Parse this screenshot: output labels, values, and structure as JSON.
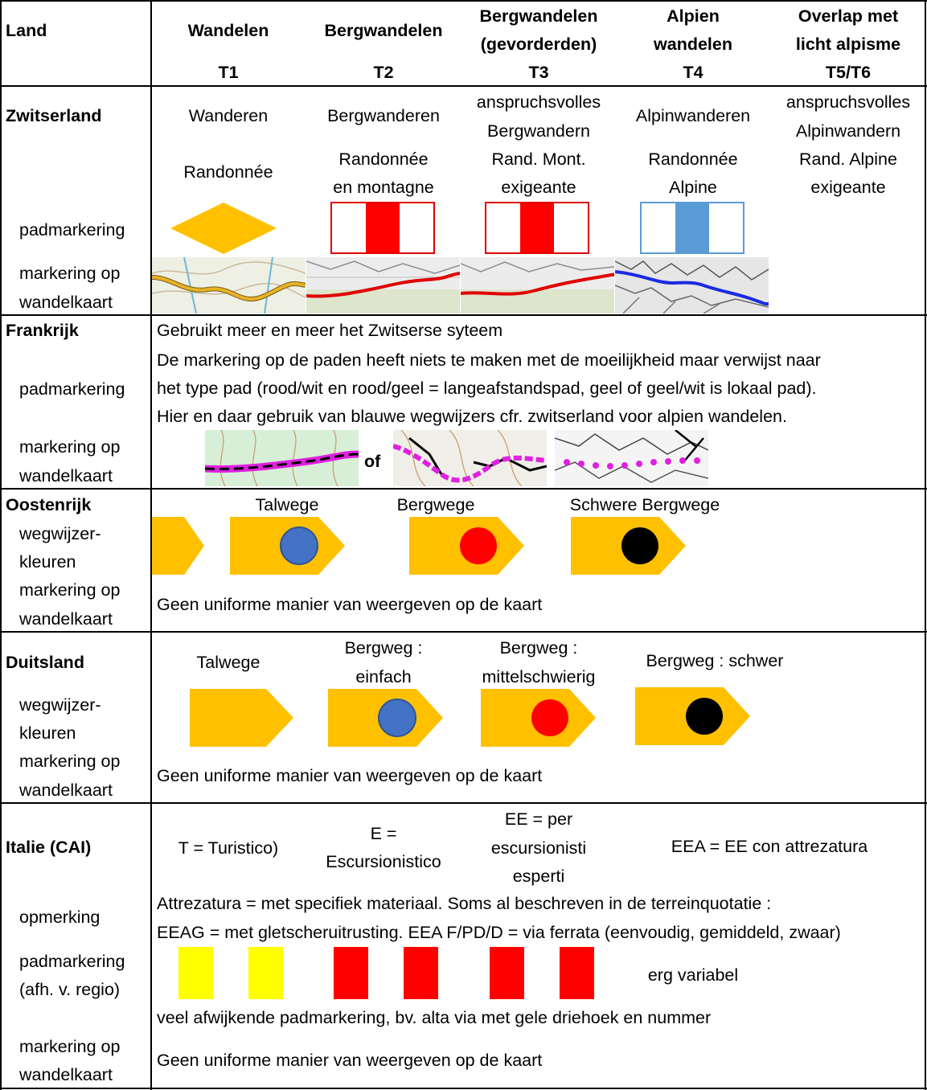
{
  "header": {
    "land": "Land",
    "cols": [
      {
        "lines": [
          "Wandelen",
          "",
          "T1"
        ]
      },
      {
        "lines": [
          "Bergwandelen",
          "",
          "T2"
        ]
      },
      {
        "lines": [
          "Bergwandelen",
          "(gevorderden)",
          "T3"
        ]
      },
      {
        "lines": [
          "Alpien",
          "wandelen",
          "T4"
        ]
      },
      {
        "lines": [
          "Overlap met",
          "licht alpisme",
          "T5/T6"
        ]
      }
    ]
  },
  "zwitserland": {
    "country": "Zwitserland",
    "label_padmarkering": "padmarkering",
    "label_kaart": [
      "markering op",
      "wandelkaart"
    ],
    "t1": [
      "Wanderen",
      "Randonnée"
    ],
    "t2": [
      "Bergwanderen",
      "Randonnée",
      "en montagne"
    ],
    "t3": [
      "anspruchsvolles",
      "Bergwandern",
      "Rand. Mont.",
      "exigeante"
    ],
    "t4": [
      "Alpinwanderen",
      "Randonnée",
      "Alpine"
    ],
    "t5": [
      "anspruchsvolles",
      "Alpinwandern",
      "Rand. Alpine",
      "exigeante"
    ],
    "colors": {
      "yellow": "#ffc000",
      "red": "#ff0000",
      "blue": "#5b9bd5"
    }
  },
  "frankrijk": {
    "country": "Frankrijk",
    "label_padmarkering": "padmarkering",
    "label_kaart": [
      "markering op",
      "wandelkaart"
    ],
    "lines": [
      "Gebruikt meer en meer het Zwitserse syteem",
      "De markering op de paden heeft niets te maken met de moeilijkheid maar verwijst naar",
      "het type pad (rood/wit en rood/geel = langeafstandspad, geel of geel/wit is lokaal pad).",
      "Hier en daar gebruik van blauwe wegwijzers cfr. zwitserland voor alpien wandelen."
    ],
    "of": "of",
    "colors": {
      "magenta": "#e020e0"
    }
  },
  "oostenrijk": {
    "country": "Oostenrijk",
    "label_wegwijzer": [
      "wegwijzer-",
      "kleuren"
    ],
    "label_kaart": [
      "markering op",
      "wandelkaart"
    ],
    "signs": [
      "Talwege",
      "Bergwege",
      "Schwere Bergwege"
    ],
    "note": "Geen uniforme manier van weergeven op de kaart",
    "colors": {
      "sign": "#ffc000",
      "blue": "#4472c4",
      "red": "#ff0000",
      "black": "#000000"
    }
  },
  "duitsland": {
    "country": "Duitsland",
    "label_wegwijzer": [
      "wegwijzer-",
      "kleuren"
    ],
    "label_kaart": [
      "markering op",
      "wandelkaart"
    ],
    "s1": [
      "Talwege"
    ],
    "s2": [
      "Bergweg :",
      "einfach"
    ],
    "s3": [
      "Bergweg :",
      "mittelschwierig"
    ],
    "s4": [
      "Bergweg : schwer"
    ],
    "note": "Geen uniforme manier van weergeven op de kaart"
  },
  "italie": {
    "country": "Italie (CAI)",
    "label_opmerking": "opmerking",
    "label_padmarkering": [
      "padmarkering",
      "(afh. v. regio)"
    ],
    "label_kaart": [
      "markering op",
      "wandelkaart"
    ],
    "t": [
      "T = Turistico)"
    ],
    "e": [
      "E =",
      "Escursionistico"
    ],
    "ee": [
      "EE = per",
      "escursionisti",
      "esperti"
    ],
    "eea": [
      "EEA = EE con attrezatura"
    ],
    "remark": [
      "Attrezatura = met specifiek materiaal. Soms al beschreven in de terreinquotatie :",
      "EEAG = met gletscheruitrusting. EEA F/PD/D = via ferrata (eenvoudig, gemiddeld, zwaar)"
    ],
    "variabel": "erg variabel",
    "afwijkend": "veel afwijkende padmarkering, bv. alta via met gele driehoek en nummer",
    "note": "Geen uniforme manier van weergeven op de kaart",
    "colors": {
      "yellow": "#ffff00",
      "red": "#ff0000"
    }
  }
}
